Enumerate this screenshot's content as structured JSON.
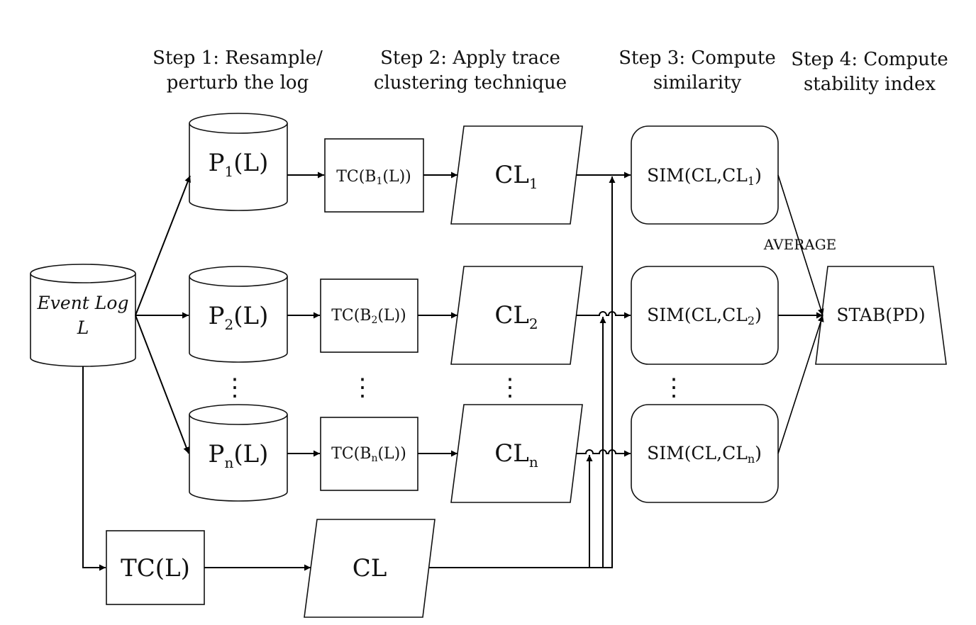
{
  "steps": {
    "step1": [
      "Step 1: Resample/",
      "perturb the log"
    ],
    "step2": [
      "Step 2: Apply trace",
      "clustering technique"
    ],
    "step3": [
      "Step 3: Compute",
      "similarity"
    ],
    "step4": [
      "Step 4: Compute",
      "stability index"
    ]
  },
  "event_log": {
    "line1": "Event Log",
    "line2": "L"
  },
  "perturbed": [
    {
      "base": "P",
      "sub": "1",
      "rest": "(L)"
    },
    {
      "base": "P",
      "sub": "2",
      "rest": "(L)"
    },
    {
      "base": "P",
      "sub": "n",
      "rest": "(L)"
    }
  ],
  "trace_clusterings": [
    {
      "pre": "TC(B",
      "sub": "1",
      "post": "(L))"
    },
    {
      "pre": "TC(B",
      "sub": "2",
      "post": "(L))"
    },
    {
      "pre": "TC(B",
      "sub": "n",
      "post": "(L))"
    }
  ],
  "clusterings": [
    {
      "base": "CL",
      "sub": "1"
    },
    {
      "base": "CL",
      "sub": "2"
    },
    {
      "base": "CL",
      "sub": "n"
    }
  ],
  "similarities": [
    {
      "pre": "SIM(CL,CL",
      "sub": "1",
      "post": ")"
    },
    {
      "pre": "SIM(CL,CL",
      "sub": "2",
      "post": ")"
    },
    {
      "pre": "SIM(CL,CL",
      "sub": "n",
      "post": ")"
    }
  ],
  "base_tc": "TC(L)",
  "base_cl": "CL",
  "average_label": "AVERAGE",
  "stability": "STAB(PD)",
  "ellipsis": "⋮"
}
